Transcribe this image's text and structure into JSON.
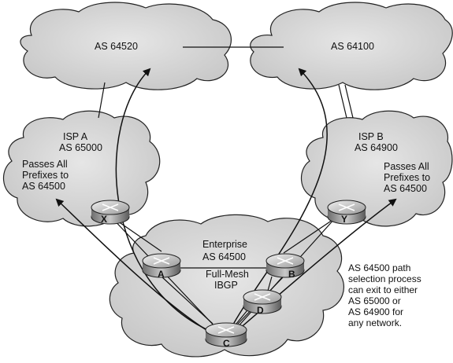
{
  "clouds": {
    "as_64520": "AS 64520",
    "as_64100": "AS 64100",
    "isp_a": [
      "ISP A",
      "AS 65000"
    ],
    "isp_b": [
      "ISP B",
      "AS 64900"
    ],
    "enterprise": [
      "Enterprise",
      "AS 64500",
      "Full-Mesh",
      "IBGP"
    ]
  },
  "isp_a_note": [
    "Passes All",
    "Prefixes to",
    "AS 64500"
  ],
  "isp_b_note": [
    "Passes All",
    "Prefixes to",
    "AS 64500"
  ],
  "routers": {
    "x": "X",
    "y": "Y",
    "a": "A",
    "b": "B",
    "c": "C",
    "d": "D"
  },
  "side_note": [
    "AS 64500 path",
    "selection process",
    "can exit to either",
    "AS 65000 or",
    "AS 64900 for",
    "any network."
  ],
  "icon": "router-icon"
}
